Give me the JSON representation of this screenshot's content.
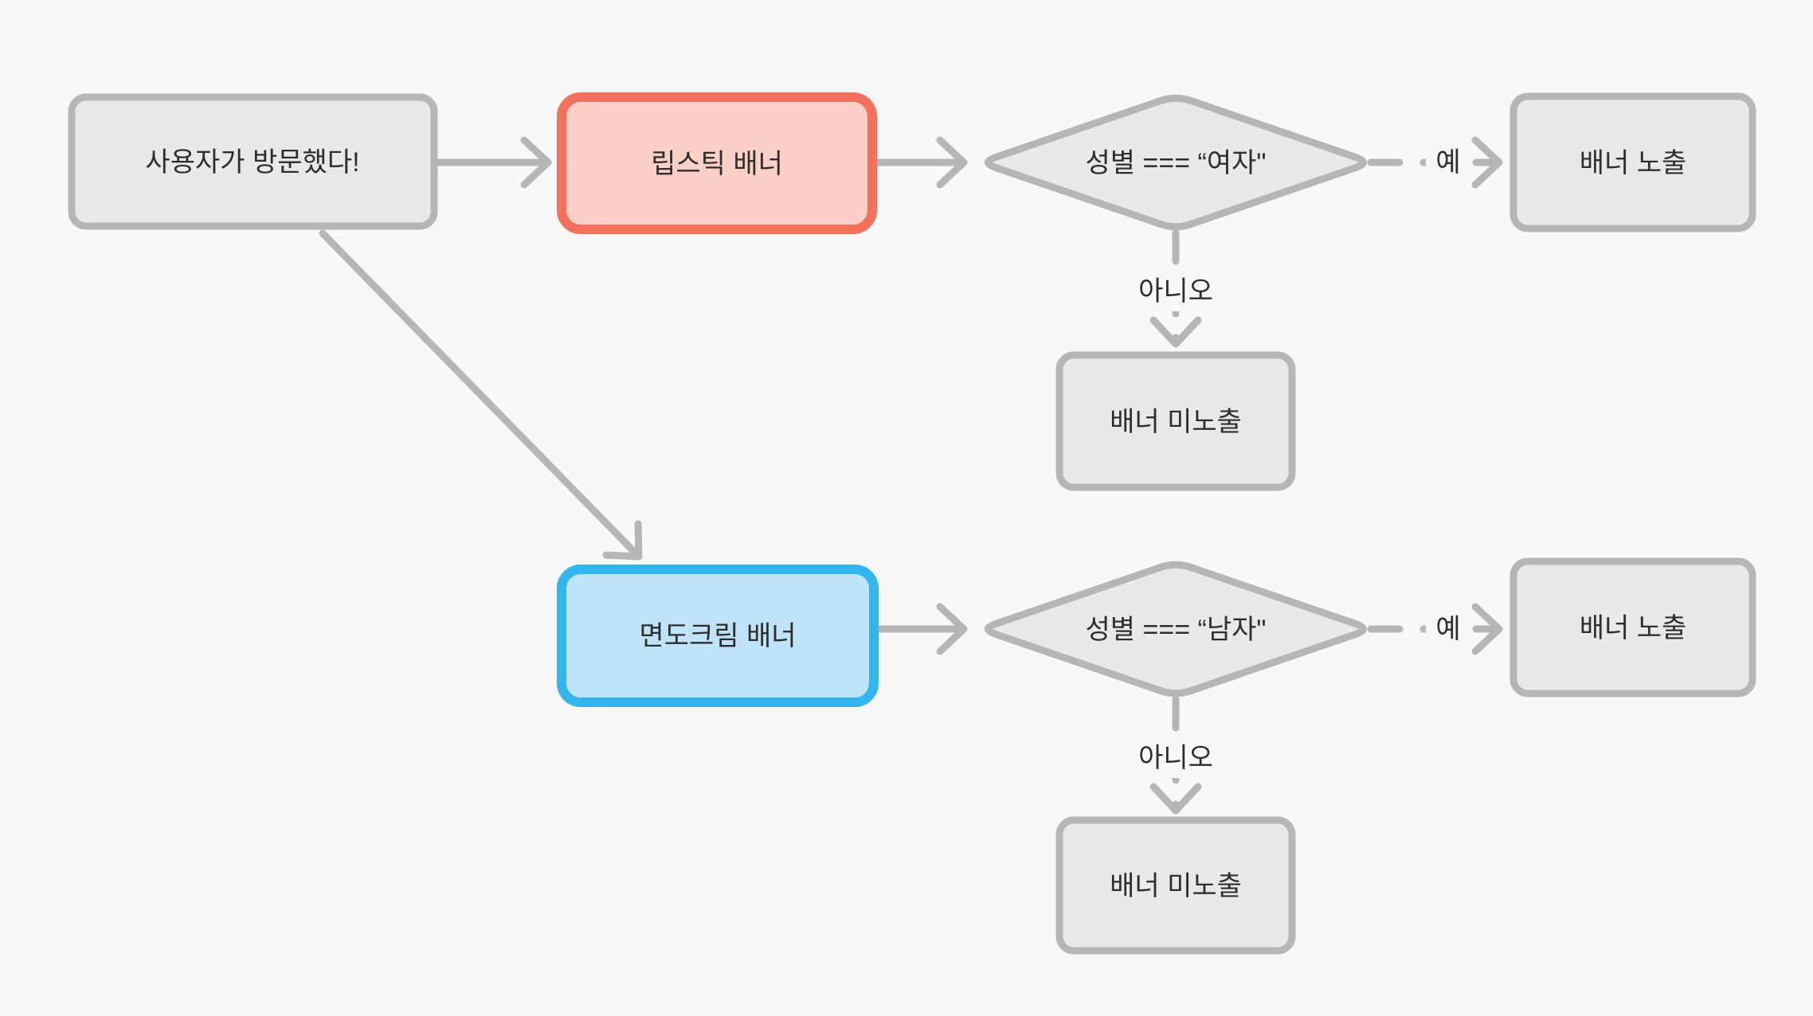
{
  "title": "banner-exposure-flowchart",
  "palette": {
    "bg": "#f8f8f8",
    "node_fill": "#e9e9e9",
    "node_stroke": "#b6b6b6",
    "lipstick_fill": "#fccfc7",
    "lipstick_stroke": "#f4715e",
    "shaving_fill": "#bfe3f9",
    "shaving_stroke": "#33b5ef",
    "arrow": "#b6b6b6",
    "text": "#2e2e2e"
  },
  "nodes": {
    "start": {
      "label": "사용자가 방문했다!"
    },
    "lipstick_banner": {
      "label": "립스틱 배너"
    },
    "female_check": {
      "label": "성별 === “여자\""
    },
    "banner_shown_1": {
      "label": "배너 노출"
    },
    "banner_hidden_1": {
      "label": "배너 미노출"
    },
    "shaving_banner": {
      "label": "면도크림 배너"
    },
    "male_check": {
      "label": "성별 === “남자\""
    },
    "banner_shown_2": {
      "label": "배너 노출"
    },
    "banner_hidden_2": {
      "label": "배너 미노출"
    }
  },
  "edge_labels": {
    "yes_1": "예",
    "no_1": "아니오",
    "yes_2": "예",
    "no_2": "아니오"
  }
}
